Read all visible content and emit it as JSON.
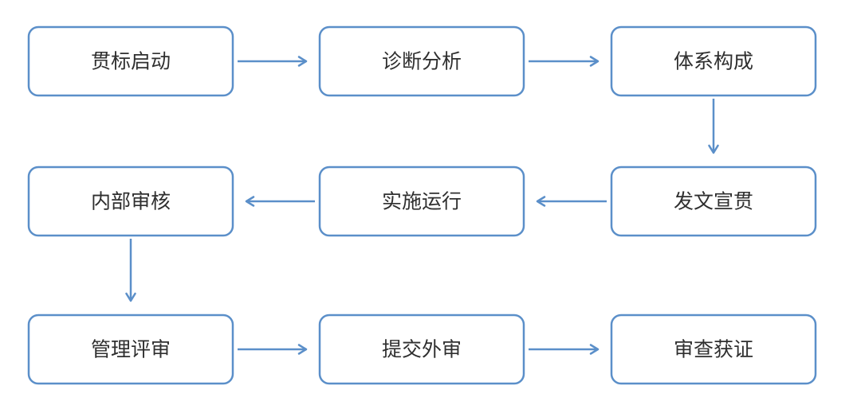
{
  "steps": [
    {
      "id": "s1",
      "label": "贯标启动"
    },
    {
      "id": "s2",
      "label": "诊断分析"
    },
    {
      "id": "s3",
      "label": "体系构成"
    },
    {
      "id": "s4",
      "label": "发文宣贯"
    },
    {
      "id": "s5",
      "label": "实施运行"
    },
    {
      "id": "s6",
      "label": "内部审核"
    },
    {
      "id": "s7",
      "label": "管理评审"
    },
    {
      "id": "s8",
      "label": "提交外审"
    },
    {
      "id": "s9",
      "label": "审查获证"
    }
  ],
  "connections": [
    {
      "from": "s1",
      "to": "s2"
    },
    {
      "from": "s2",
      "to": "s3"
    },
    {
      "from": "s3",
      "to": "s4"
    },
    {
      "from": "s4",
      "to": "s5"
    },
    {
      "from": "s5",
      "to": "s6"
    },
    {
      "from": "s6",
      "to": "s7"
    },
    {
      "from": "s7",
      "to": "s8"
    },
    {
      "from": "s8",
      "to": "s9"
    }
  ],
  "colors": {
    "box_border": "#5b8fc9",
    "arrow": "#5b8fc9",
    "text": "#2f2f2f",
    "background": "#ffffff"
  }
}
